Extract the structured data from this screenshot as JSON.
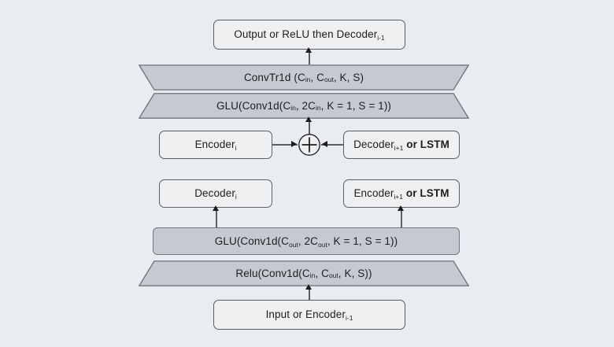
{
  "diagram": {
    "title": "Encoder-Decoder block with GLU and residual sum",
    "background_color": "#e9ecf0",
    "node_fill_light": "#eef0f2",
    "node_fill_gray": "#c5cad2",
    "border_color": "#5b5f63",
    "text_color": "#1d1d1d"
  },
  "nodes": {
    "output_top": {
      "text_main": "Output or ReLU then Decoder",
      "subscript": "i-1",
      "shape": "rounded-rect"
    },
    "convtr1d": {
      "text_a": "ConvTr1d (C",
      "sub_a": "in",
      "text_b": ", C",
      "sub_b": "out",
      "text_c": ", K, S)",
      "shape": "trapezoid-wide-top"
    },
    "glu_top": {
      "text_a": "GLU(Conv1d(C",
      "sub_a": "in",
      "text_b": ", 2C",
      "sub_b": "in",
      "text_c": ", K = 1, S = 1))",
      "shape": "trapezoid-wide-bottom"
    },
    "encoder_i": {
      "text_main": "Encoder",
      "subscript": "i",
      "shape": "rounded-rect"
    },
    "sum_node": {
      "symbol": "+",
      "shape": "circle"
    },
    "decoder_i_plus_1": {
      "text_main": "Decoder",
      "subscript": "i+1",
      "text_bold": " or LSTM",
      "shape": "rounded-rect"
    },
    "decoder_i": {
      "text_main": "Decoder",
      "subscript": "i",
      "shape": "rounded-rect"
    },
    "encoder_i_plus_1": {
      "text_main": "Encoder",
      "subscript": "i+1",
      "text_bold": " or LSTM",
      "shape": "rounded-rect"
    },
    "glu_bottom": {
      "text_a": "GLU(Conv1d(C",
      "sub_a": "out",
      "text_b": ", 2C",
      "sub_b": "out",
      "text_c": ", K = 1, S = 1))",
      "shape": "rounded-rect-filled"
    },
    "relu_conv": {
      "text_a": "Relu(Conv1d(C",
      "sub_a": "in",
      "text_b": ", C",
      "sub_b": "out",
      "text_c": ", K, S))",
      "shape": "trapezoid-wide-bottom"
    },
    "input_bottom": {
      "text_main": "Input or Encoder",
      "subscript": "i-1",
      "shape": "rounded-rect"
    }
  },
  "edges": [
    {
      "from": "convtr1d",
      "to": "output_top",
      "direction": "up"
    },
    {
      "from": "sum_node",
      "to": "glu_top",
      "direction": "up"
    },
    {
      "from": "encoder_i",
      "to": "sum_node",
      "direction": "right"
    },
    {
      "from": "decoder_i_plus_1",
      "to": "sum_node",
      "direction": "left"
    },
    {
      "from": "glu_bottom",
      "to": "decoder_i",
      "direction": "up"
    },
    {
      "from": "glu_bottom",
      "to": "encoder_i_plus_1",
      "direction": "up"
    },
    {
      "from": "input_bottom",
      "to": "relu_conv",
      "direction": "up"
    }
  ]
}
